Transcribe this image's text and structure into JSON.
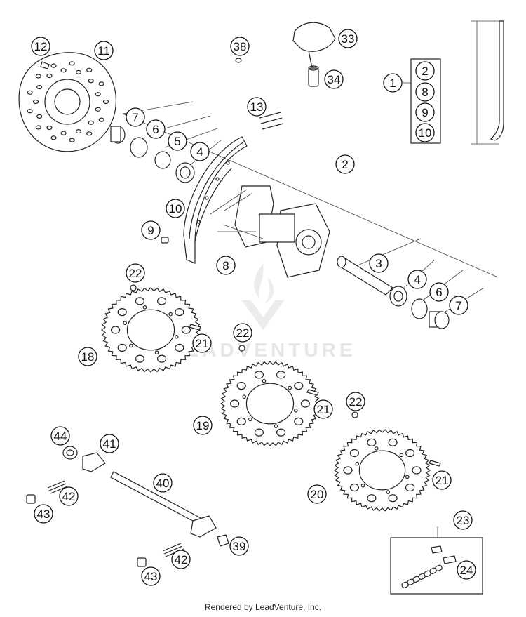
{
  "watermark": {
    "text": "LEADVENTURE"
  },
  "credit": "Rendered by LeadVenture, Inc.",
  "callouts": [
    {
      "id": "12",
      "label": "12"
    },
    {
      "id": "11",
      "label": "11"
    },
    {
      "id": "38",
      "label": "38"
    },
    {
      "id": "33",
      "label": "33"
    },
    {
      "id": "34",
      "label": "34"
    },
    {
      "id": "1",
      "label": "1"
    },
    {
      "id": "kit-2",
      "label": "2"
    },
    {
      "id": "kit-8",
      "label": "8"
    },
    {
      "id": "kit-9",
      "label": "9"
    },
    {
      "id": "kit-10",
      "label": "10"
    },
    {
      "id": "13",
      "label": "13"
    },
    {
      "id": "7a",
      "label": "7"
    },
    {
      "id": "6a",
      "label": "6"
    },
    {
      "id": "5",
      "label": "5"
    },
    {
      "id": "4a",
      "label": "4"
    },
    {
      "id": "2",
      "label": "2"
    },
    {
      "id": "10",
      "label": "10"
    },
    {
      "id": "9",
      "label": "9"
    },
    {
      "id": "8",
      "label": "8"
    },
    {
      "id": "3",
      "label": "3"
    },
    {
      "id": "4b",
      "label": "4"
    },
    {
      "id": "6b",
      "label": "6"
    },
    {
      "id": "7b",
      "label": "7"
    },
    {
      "id": "22a",
      "label": "22"
    },
    {
      "id": "18",
      "label": "18"
    },
    {
      "id": "21a",
      "label": "21"
    },
    {
      "id": "22b",
      "label": "22"
    },
    {
      "id": "19",
      "label": "19"
    },
    {
      "id": "21b",
      "label": "21"
    },
    {
      "id": "22c",
      "label": "22"
    },
    {
      "id": "20",
      "label": "20"
    },
    {
      "id": "21c",
      "label": "21"
    },
    {
      "id": "44",
      "label": "44"
    },
    {
      "id": "41",
      "label": "41"
    },
    {
      "id": "40",
      "label": "40"
    },
    {
      "id": "42a",
      "label": "42"
    },
    {
      "id": "43a",
      "label": "43"
    },
    {
      "id": "39",
      "label": "39"
    },
    {
      "id": "42b",
      "label": "42"
    },
    {
      "id": "43b",
      "label": "43"
    },
    {
      "id": "23",
      "label": "23"
    },
    {
      "id": "24",
      "label": "24"
    }
  ],
  "sprockets": [
    {
      "id": "18",
      "teeth": 48
    },
    {
      "id": "19",
      "teeth": 52
    },
    {
      "id": "20",
      "teeth": 50
    }
  ],
  "brake_disc": {
    "holes": 26
  }
}
